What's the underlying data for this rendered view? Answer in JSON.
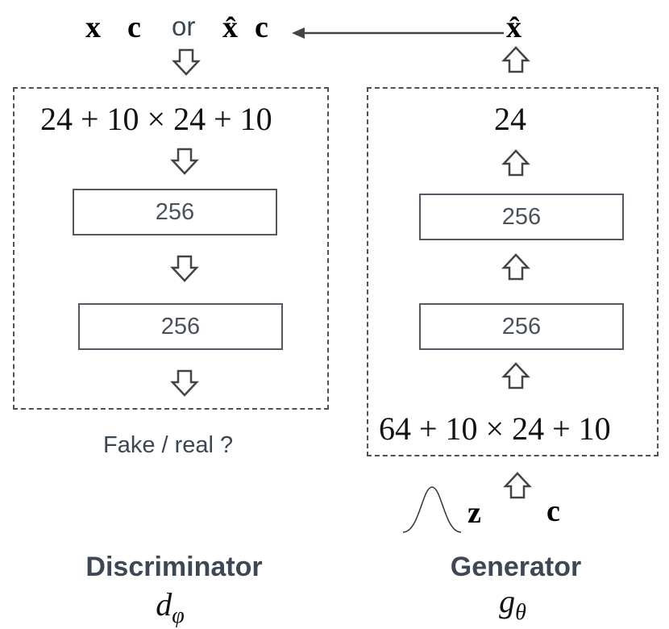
{
  "top_inputs": {
    "x": "x",
    "c1": "c",
    "or": "or",
    "xhat": "x̂",
    "c2": "c"
  },
  "generator_output_label": "x̂",
  "discriminator": {
    "input_dims": "24 + 10 × 24 + 10",
    "layer1": "256",
    "layer2": "256",
    "output_label": "Fake / real ?",
    "title": "Discriminator",
    "symbol_main": "d",
    "symbol_sub": "φ"
  },
  "generator": {
    "output_dims": "24",
    "layer1": "256",
    "layer2": "256",
    "input_dims": "64 + 10 × 24 + 10",
    "noise_label": "z",
    "cond_label": "c",
    "title": "Generator",
    "symbol_main": "g",
    "symbol_sub": "θ"
  }
}
